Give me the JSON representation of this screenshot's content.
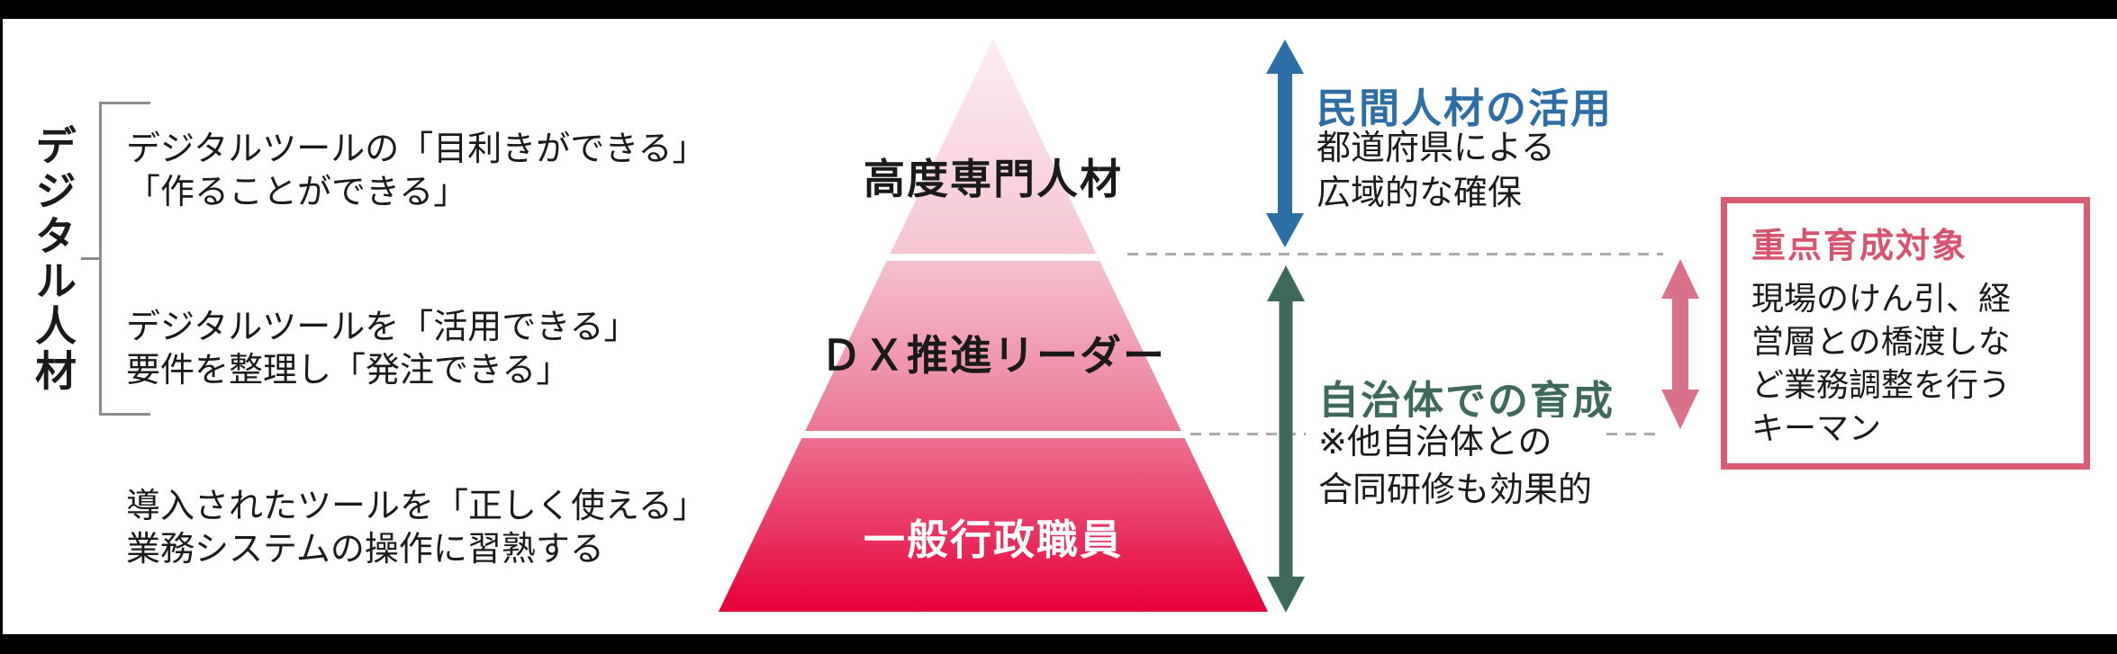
{
  "frame": {
    "letterbox_color": "#000000",
    "background": "#FFFFFF"
  },
  "left_panel": {
    "vertical_label": "デジタル人材",
    "bracket_color": "#8C8C8C",
    "levels": [
      {
        "lines": [
          "デジタルツールの「目利きができる」",
          "「作ることができる」"
        ]
      },
      {
        "lines": [
          "デジタルツールを「活用できる」",
          "要件を整理し「発注できる」"
        ]
      },
      {
        "lines": [
          "導入されたツールを「正しく使える」",
          "業務システムの操作に習熟する"
        ]
      }
    ]
  },
  "pyramid": {
    "tiers": [
      {
        "label": "高度専門人材",
        "text_color": "#1A1A1A"
      },
      {
        "label": "ＤＸ推進リーダー",
        "text_color": "#1A1A1A"
      },
      {
        "label": "一般行政職員",
        "text_color": "#FFFFFF"
      }
    ],
    "gradient": [
      "#FCEDF1",
      "#F6C6D3",
      "#EC7E9A",
      "#E60039"
    ],
    "divider_color": "#FFFFFF",
    "dashed_line_color": "#ABABAB"
  },
  "annotations": {
    "private_sector": {
      "title": "民間人材の活用",
      "title_color": "#2E6EA6",
      "arrow_color": "#2E6EA6",
      "lines": [
        "都道府県による",
        "広域的な確保"
      ]
    },
    "municipality": {
      "title": "自治体での育成",
      "title_color": "#3E6A5C",
      "arrow_color": "#3E6A5C",
      "lines": [
        "※他自治体との",
        "合同研修も効果的"
      ]
    },
    "priority_box": {
      "title": "重点育成対象",
      "title_color": "#D8536D",
      "border_color": "#D85C74",
      "arrow_color": "#D9718A",
      "lines": [
        "現場のけん引、経",
        "営層との橋渡しな",
        "ど業務調整を行う",
        "キーマン"
      ]
    }
  }
}
